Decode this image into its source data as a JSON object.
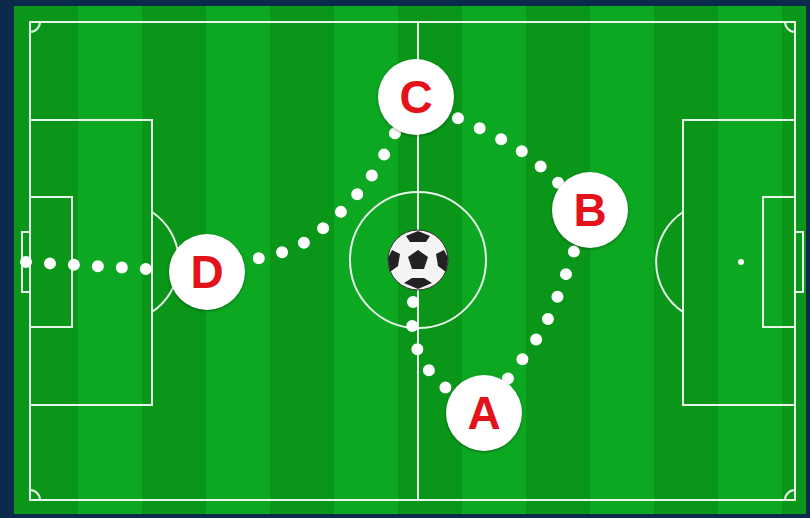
{
  "diagram": {
    "nodes": [
      {
        "text": [
          "C"
        ]
      },
      {
        "text": [
          "B"
        ]
      },
      {
        "text": [
          "D"
        ]
      },
      {
        "text": [
          "A"
        ]
      }
    ],
    "edges": [
      {
        "from": 3,
        "to": 1,
        "arrow": "none"
      },
      {
        "from": 1,
        "to": 0,
        "arrow": "none"
      },
      {
        "from": 0,
        "to": 2,
        "arrow": "none"
      }
    ]
  }
}
